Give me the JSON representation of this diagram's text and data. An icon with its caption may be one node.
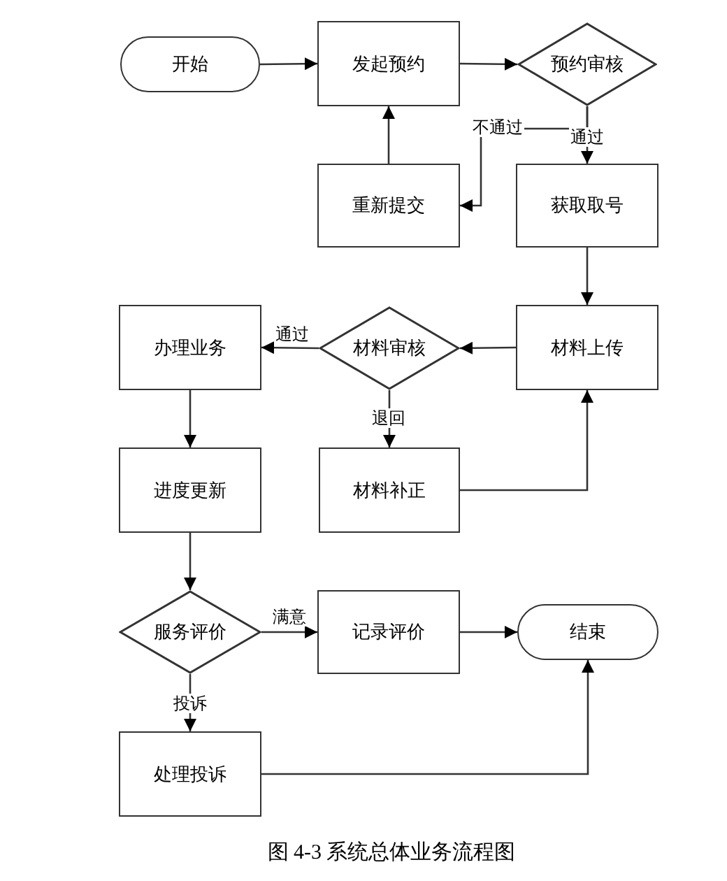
{
  "diagram": {
    "caption": "图 4-3 系统总体业务流程图",
    "nodes": [
      {
        "text": [
          "开始"
        ]
      },
      {
        "text": [
          "发起预约"
        ]
      },
      {
        "text": [
          "预约审核"
        ]
      },
      {
        "text": [
          "重新提交"
        ]
      },
      {
        "text": [
          "获取取号"
        ]
      },
      {
        "text": [
          "材料上传"
        ]
      },
      {
        "text": [
          "材料审核"
        ]
      },
      {
        "text": [
          "办理业务"
        ]
      },
      {
        "text": [
          "材料补正"
        ]
      },
      {
        "text": [
          "进度更新"
        ]
      },
      {
        "text": [
          "服务评价"
        ]
      },
      {
        "text": [
          "记录评价"
        ]
      },
      {
        "text": [
          "结束"
        ]
      },
      {
        "text": [
          "处理投诉"
        ]
      }
    ],
    "edges": [
      {
        "from": 0,
        "to": 1,
        "arrow": "to"
      },
      {
        "from": 1,
        "to": 2,
        "arrow": "to"
      },
      {
        "from": 2,
        "to": 4,
        "arrow": "to",
        "label": "通过"
      },
      {
        "from": 2,
        "to": 3,
        "arrow": "to",
        "label": "不通过"
      },
      {
        "from": 3,
        "to": 1,
        "arrow": "to"
      },
      {
        "from": 4,
        "to": 5,
        "arrow": "to"
      },
      {
        "from": 5,
        "to": 6,
        "arrow": "to"
      },
      {
        "from": 6,
        "to": 7,
        "arrow": "to",
        "label": "通过"
      },
      {
        "from": 6,
        "to": 8,
        "arrow": "to",
        "label": "退回"
      },
      {
        "from": 8,
        "to": 5,
        "arrow": "to"
      },
      {
        "from": 7,
        "to": 9,
        "arrow": "to"
      },
      {
        "from": 9,
        "to": 10,
        "arrow": "to"
      },
      {
        "from": 10,
        "to": 11,
        "arrow": "to",
        "label": "满意"
      },
      {
        "from": 10,
        "to": 13,
        "arrow": "to",
        "label": "投诉"
      },
      {
        "from": 11,
        "to": 12,
        "arrow": "to"
      },
      {
        "from": 13,
        "to": 12,
        "arrow": "to"
      }
    ]
  }
}
